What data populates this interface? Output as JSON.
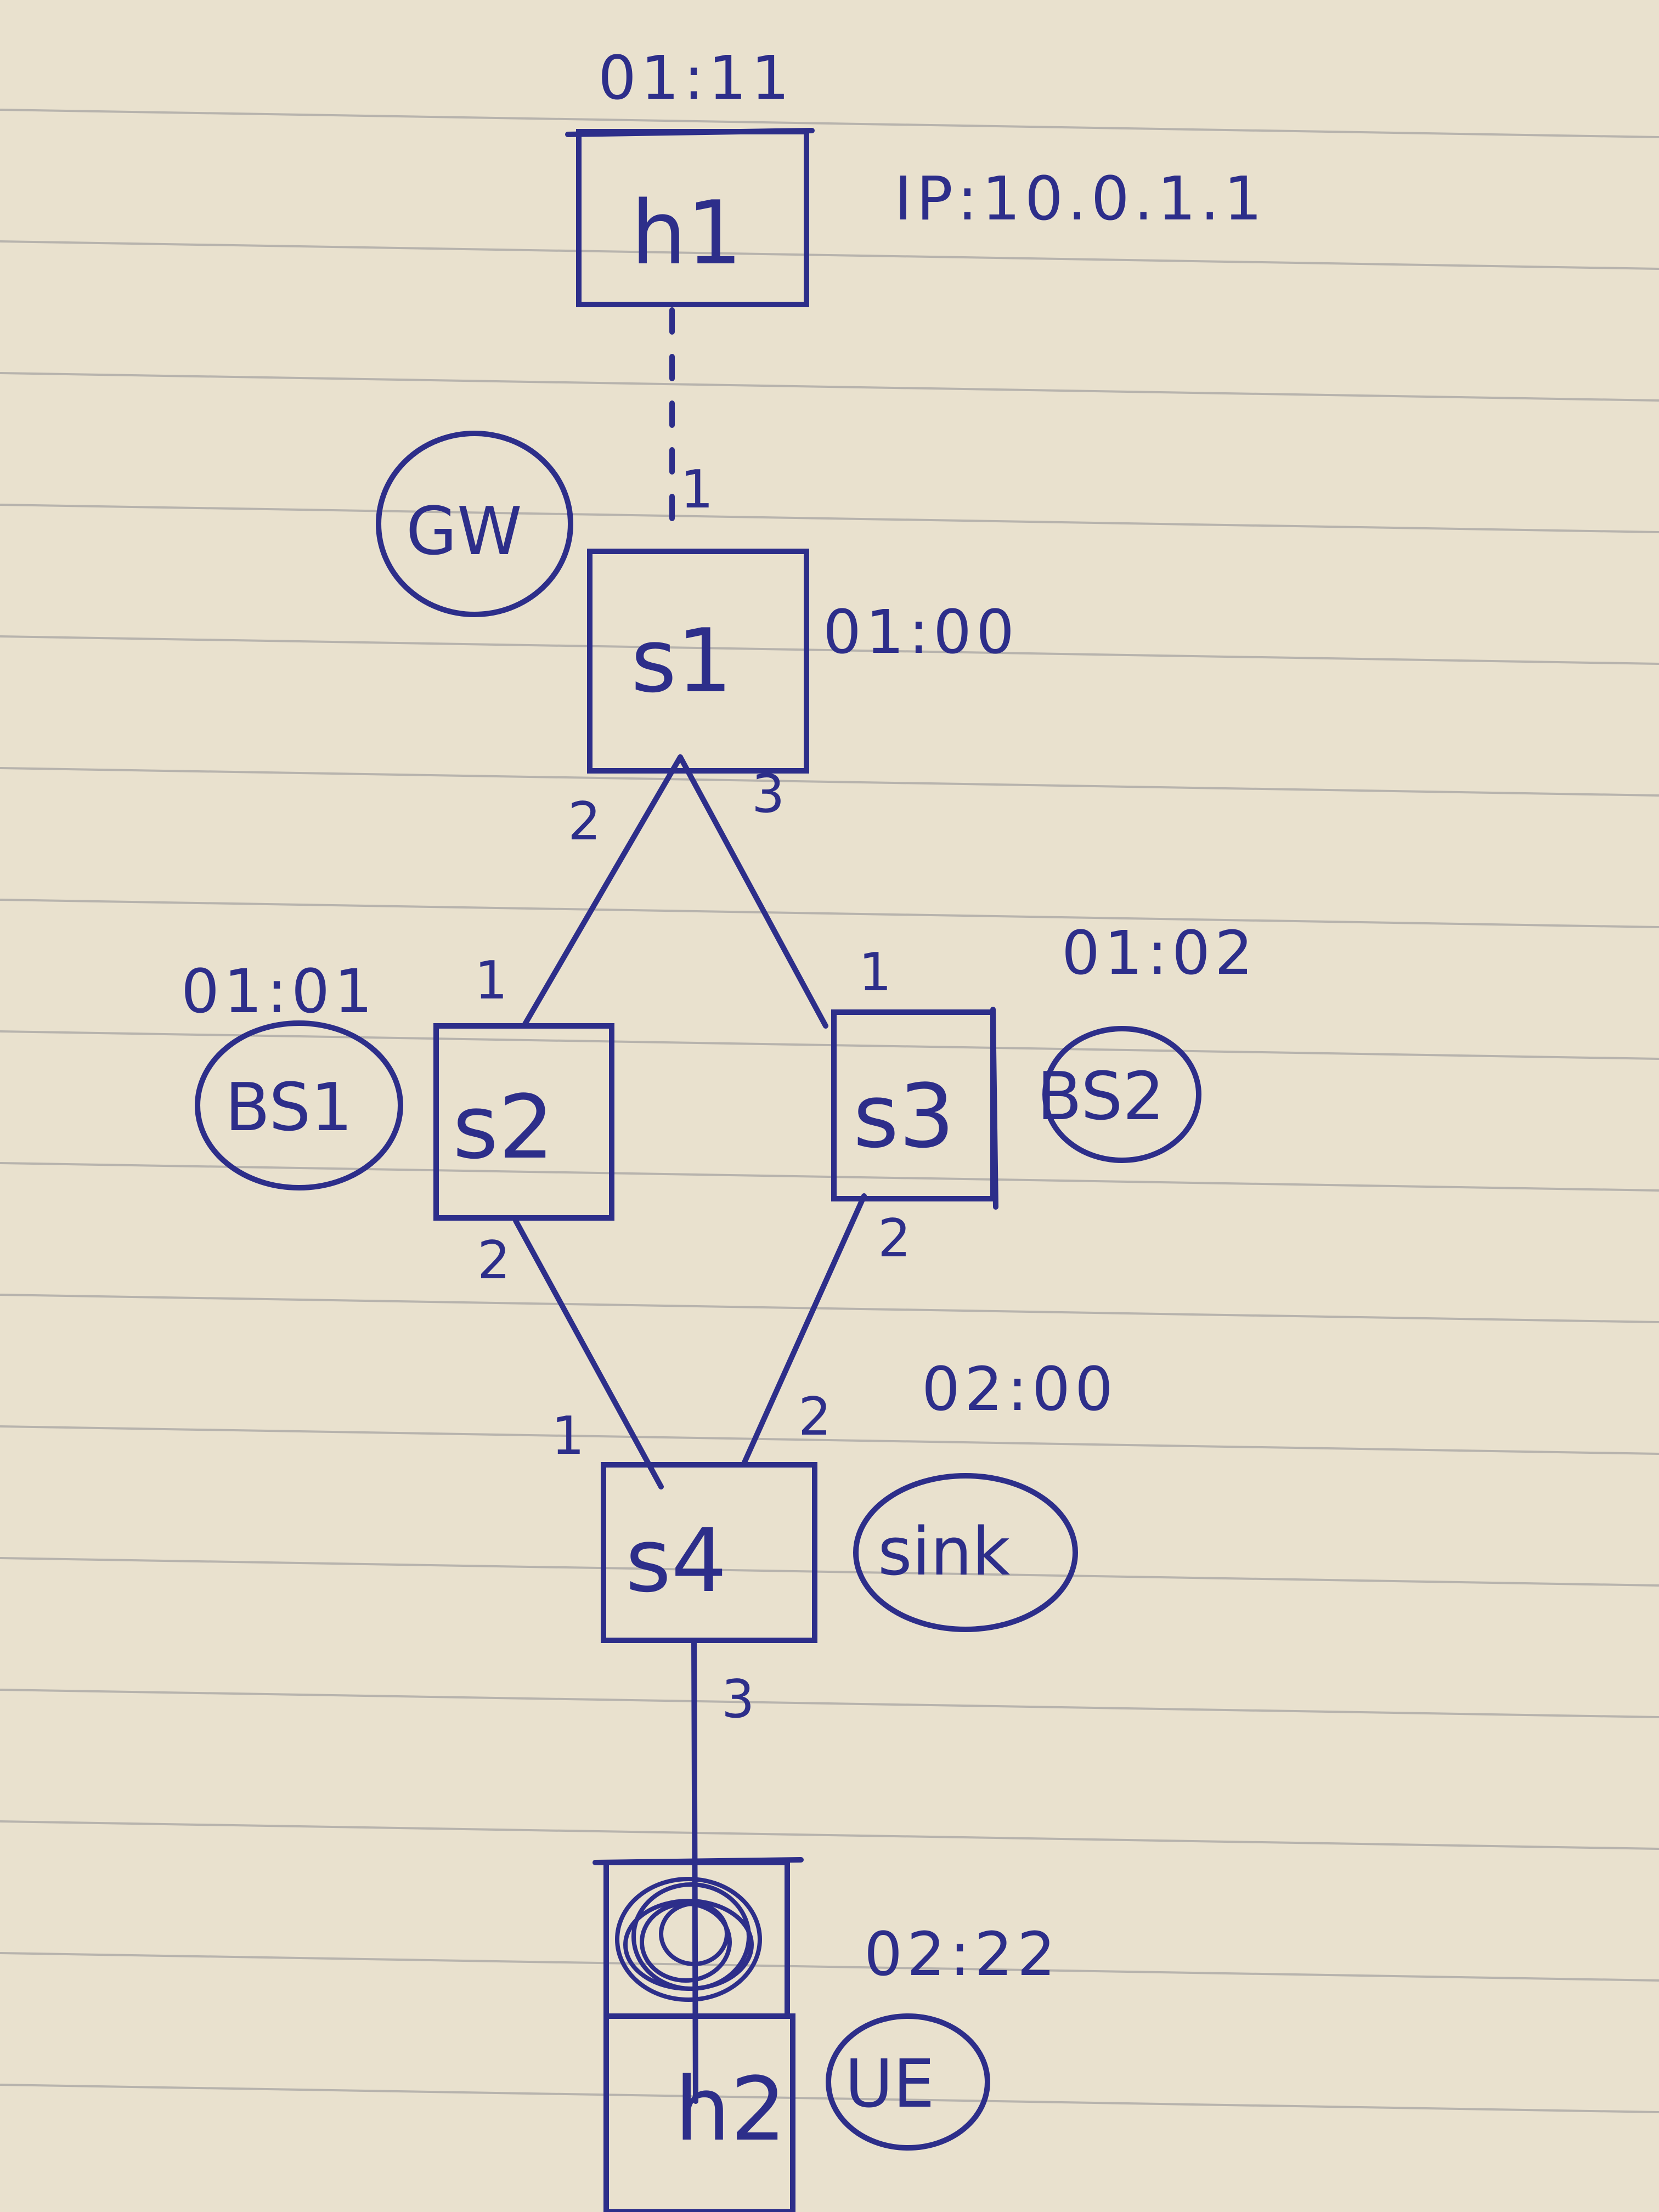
{
  "nodes": {
    "h1": {
      "label": "h1",
      "mac": "01:11",
      "ip": "IP:10.0.1.1"
    },
    "s1": {
      "label": "s1",
      "mac": "01:00",
      "role": "GW"
    },
    "s2": {
      "label": "s2",
      "mac": "01:01",
      "role": "BS1"
    },
    "s3": {
      "label": "s3",
      "mac": "01:02",
      "role": "BS2"
    },
    "s4": {
      "label": "s4",
      "mac": "02:00",
      "role": "sink"
    },
    "h2": {
      "label": "h2",
      "mac": "02:22",
      "role": "UE"
    }
  },
  "ports": {
    "s1_top": "1",
    "s1_left": "2",
    "s1_right": "3",
    "s2_top": "1",
    "s2_bottom": "2",
    "s3_top": "1",
    "s3_bottom": "2",
    "s4_left": "1",
    "s4_right": "2",
    "s4_bottom": "3"
  },
  "colors": {
    "ink": "#2d2e8a",
    "paper": "#e9e1ce",
    "rule": "#b7b3ad"
  }
}
